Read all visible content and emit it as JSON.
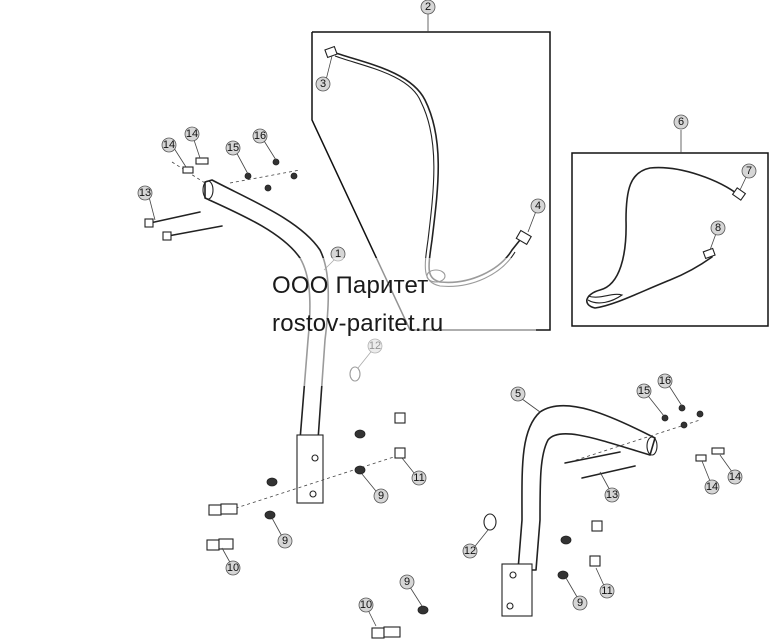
{
  "watermark": {
    "company": "ООО Паритет",
    "website": "rostov-paritet.ru"
  },
  "callouts": {
    "c1": "1",
    "c2": "2",
    "c3": "3",
    "c4": "4",
    "c5": "5",
    "c6": "6",
    "c7": "7",
    "c8": "8",
    "c9a": "9",
    "c9b": "9",
    "c9c": "9",
    "c9d": "9",
    "c10a": "10",
    "c10b": "10",
    "c11a": "11",
    "c11b": "11",
    "c12a": "12",
    "c12b": "12",
    "c13a": "13",
    "c13b": "13",
    "c14a": "14",
    "c14b": "14",
    "c14c": "14",
    "c14d": "14",
    "c15a": "15",
    "c15b": "15",
    "c16a": "16",
    "c16b": "16"
  }
}
